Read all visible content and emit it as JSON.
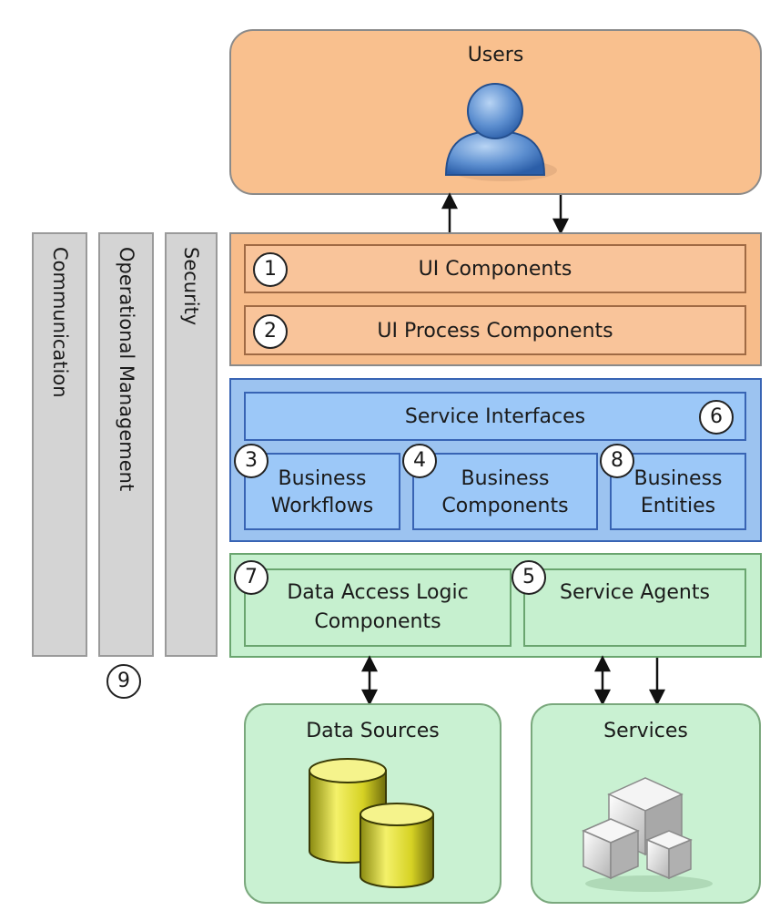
{
  "users": {
    "title": "Users"
  },
  "presentation": {
    "ui_components": {
      "number": "1",
      "label": "UI Components"
    },
    "ui_process_components": {
      "number": "2",
      "label": "UI Process Components"
    }
  },
  "business": {
    "service_interfaces": {
      "number": "6",
      "label": "Service Interfaces"
    },
    "business_workflows": {
      "number": "3",
      "line1": "Business",
      "line2": "Workflows"
    },
    "business_components": {
      "number": "4",
      "line1": "Business",
      "line2": "Components"
    },
    "business_entities": {
      "number": "8",
      "line1": "Business",
      "line2": "Entities"
    }
  },
  "data": {
    "data_access_logic_components": {
      "number": "7",
      "line1": "Data Access Logic",
      "line2": "Components"
    },
    "service_agents": {
      "number": "5",
      "label": "Service Agents"
    }
  },
  "data_sources": {
    "title": "Data Sources"
  },
  "services": {
    "title": "Services"
  },
  "cross_cutting": {
    "communication": "Communication",
    "operational_management": "Operational Management",
    "security": "Security",
    "number": "9"
  },
  "icons": [
    "user-icon",
    "database-icon",
    "cubes-icon"
  ],
  "colors": {
    "orange": "#f9c08e",
    "blue": "#9cc3f0",
    "green": "#c6f0cf",
    "gray": "#d4d4d4"
  }
}
